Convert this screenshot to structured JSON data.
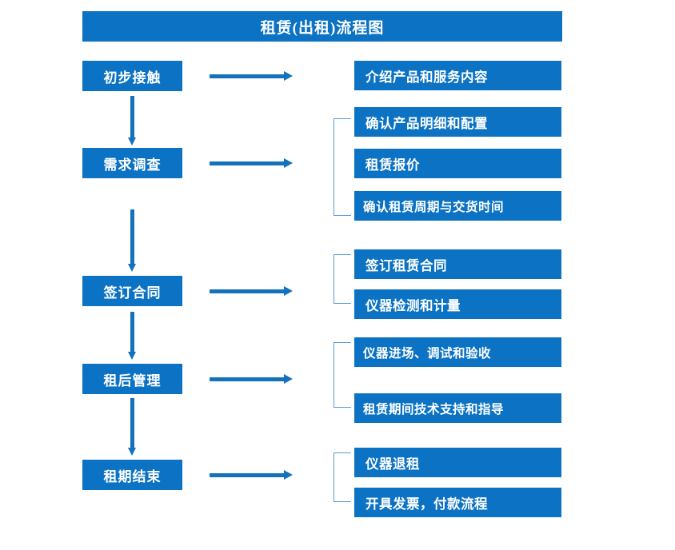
{
  "title": "租赁(出租)流程图",
  "colors": {
    "box_fill": "#0b72c4",
    "box_text": "#ffffff",
    "arrow": "#1272bd",
    "bracket": "#5b9bd5",
    "background": "#ffffff"
  },
  "stages": [
    {
      "id": "initial-contact",
      "label": "初步接触"
    },
    {
      "id": "needs-survey",
      "label": "需求调查"
    },
    {
      "id": "sign-contract",
      "label": "签订合同"
    },
    {
      "id": "post-rental-management",
      "label": "租后管理"
    },
    {
      "id": "lease-end",
      "label": "租期结束"
    }
  ],
  "details": [
    {
      "id": "introduce-products",
      "label": "介绍产品和服务内容",
      "group": 1
    },
    {
      "id": "confirm-product-spec",
      "label": "确认产品明细和配置",
      "group": 2
    },
    {
      "id": "rental-quote",
      "label": "租赁报价",
      "group": 2
    },
    {
      "id": "confirm-period-delivery",
      "label": "确认租赁周期与交货时间",
      "group": 2
    },
    {
      "id": "sign-rental-contract",
      "label": "签订租赁合同",
      "group": 3
    },
    {
      "id": "instrument-test-metering",
      "label": "仪器检测和计量",
      "group": 3
    },
    {
      "id": "instrument-entry-commission",
      "label": "仪器进场、调试和验收",
      "group": 4
    },
    {
      "id": "tech-support-guidance",
      "label": "租赁期间技术支持和指导",
      "group": 4
    },
    {
      "id": "instrument-return",
      "label": "仪器退租",
      "group": 5
    },
    {
      "id": "invoice-payment",
      "label": "开具发票，付款流程",
      "group": 5
    }
  ],
  "chart_data": {
    "type": "diagram",
    "title": "租赁(出租)流程图",
    "flow": [
      {
        "stage": "初步接触",
        "details": [
          "介绍产品和服务内容"
        ]
      },
      {
        "stage": "需求调查",
        "details": [
          "确认产品明细和配置",
          "租赁报价",
          "确认租赁周期与交货时间"
        ]
      },
      {
        "stage": "签订合同",
        "details": [
          "签订租赁合同",
          "仪器检测和计量"
        ]
      },
      {
        "stage": "租后管理",
        "details": [
          "仪器进场、调试和验收",
          "租赁期间技术支持和指导"
        ]
      },
      {
        "stage": "租期结束",
        "details": [
          "仪器退租",
          "开具发票，付款流程"
        ]
      }
    ]
  }
}
